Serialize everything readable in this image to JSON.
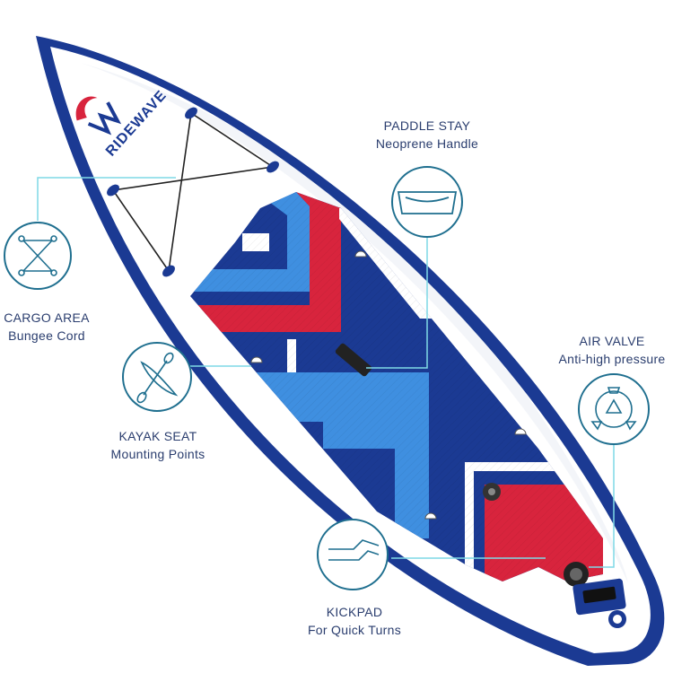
{
  "brand": {
    "logo_text": "RIDEWAVE",
    "colors": {
      "navy": "#1b3a93",
      "blue": "#3f8fe0",
      "red": "#d8243d",
      "teal": "#7fd9e6",
      "icon": "#1f6f8f",
      "text": "#2a3d6e"
    }
  },
  "features": [
    {
      "id": "paddle-stay",
      "title": "PADDLE STAY",
      "subtitle": "Neoprene Handle",
      "icon": "handle-icon"
    },
    {
      "id": "cargo-area",
      "title": "CARGO AREA",
      "subtitle": "Bungee Cord",
      "icon": "bungee-icon"
    },
    {
      "id": "air-valve",
      "title": "AIR VALVE",
      "subtitle": "Anti-high pressure",
      "icon": "valve-icon"
    },
    {
      "id": "kayak-seat",
      "title": "KAYAK SEAT",
      "subtitle": "Mounting Points",
      "icon": "kayak-icon"
    },
    {
      "id": "kickpad",
      "title": "KICKPAD",
      "subtitle": "For Quick Turns",
      "icon": "kickpad-icon"
    }
  ]
}
